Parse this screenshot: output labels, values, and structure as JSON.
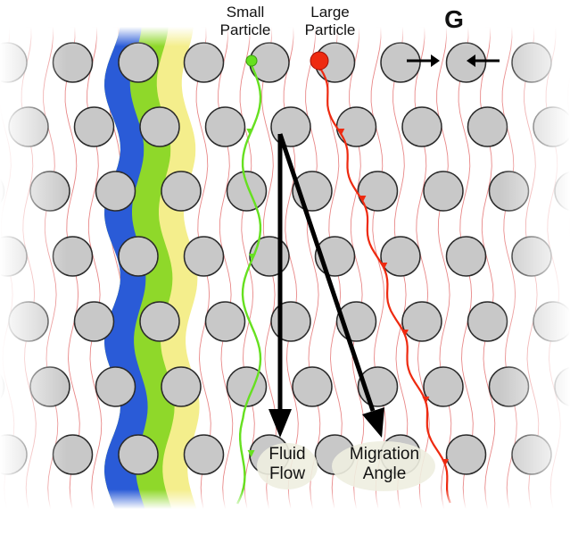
{
  "labels": {
    "small_particle": [
      "Small",
      "Particle"
    ],
    "large_particle": [
      "Large",
      "Particle"
    ],
    "gap": "G",
    "fluid_flow": [
      "Fluid",
      "Flow"
    ],
    "migration_angle": [
      "Migration",
      "Angle"
    ]
  },
  "colors": {
    "pillar_fill": "#c8c8c8",
    "pillar_stroke": "#2a2a2a",
    "streamline": "#e06060",
    "small_particle": "#66e020",
    "large_particle": "#ee2a10",
    "band_blue": "#2a5bd7",
    "band_green": "#8fd82a",
    "band_yellow": "#f4ee8c",
    "arrow": "#000000"
  },
  "icons": [
    "gap-arrow-right-icon",
    "gap-arrow-left-icon",
    "fluid-flow-arrow-icon",
    "migration-angle-arrow-icon"
  ]
}
